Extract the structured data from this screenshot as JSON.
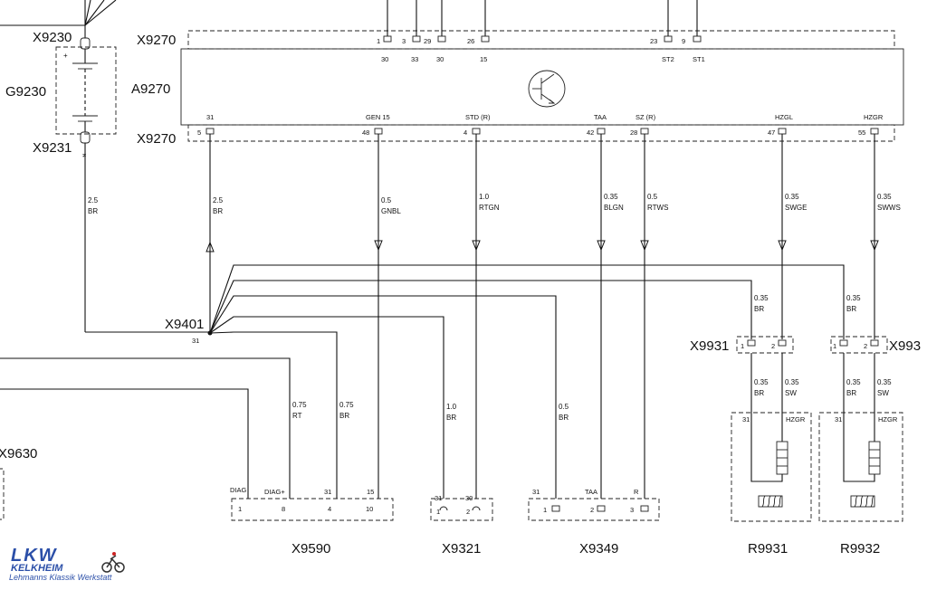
{
  "components": {
    "x9230": "X9230",
    "g9230": "G9230",
    "x9231": "X9231",
    "x9270_top": "X9270",
    "a9270": "A9270",
    "x9270_bottom": "X9270",
    "x9401": "X9401",
    "x9630": "X9630",
    "x9931": "X9931",
    "x9932_partial": "X993",
    "x9590": "X9590",
    "x9321": "X9321",
    "x9349": "X9349",
    "r9931": "R9931",
    "r9932": "R9932"
  },
  "top_pins": [
    {
      "pin": "1",
      "term": "30"
    },
    {
      "pin": "3",
      "term": "33"
    },
    {
      "pin": "29",
      "term": "30"
    },
    {
      "pin": "26",
      "term": "15"
    },
    {
      "pin": "23",
      "term": "ST2"
    },
    {
      "pin": "9",
      "term": "ST1"
    }
  ],
  "bottom_pins": [
    {
      "pin": "5",
      "name": "31",
      "size": "2.5",
      "color": "BR"
    },
    {
      "pin": "48",
      "name": "GEN 15",
      "size": "0.5",
      "color": "GNBL"
    },
    {
      "pin": "4",
      "name": "STD (R)",
      "size": "1.0",
      "color": "RTGN"
    },
    {
      "pin": "42",
      "name": "TAA",
      "size": "0.35",
      "color": "BLGN"
    },
    {
      "pin": "28",
      "name": "SZ (R)",
      "size": "0.5",
      "color": "RTWS"
    },
    {
      "pin": "47",
      "name": "HZGL",
      "size": "0.35",
      "color": "SWGE"
    },
    {
      "pin": "55",
      "name": "HZGR",
      "size": "0.35",
      "color": "SWWS"
    }
  ],
  "battery_wire": {
    "size": "2.5",
    "color": "BR"
  },
  "x9401_pin": "31",
  "branch_wires": [
    {
      "size": "0.75",
      "color": "RT"
    },
    {
      "size": "0.75",
      "color": "BR"
    },
    {
      "size": "1.0",
      "color": "BR"
    },
    {
      "size": "0.5",
      "color": "BR"
    },
    {
      "size": "0.35",
      "color": "BR"
    },
    {
      "size": "0.35",
      "color": "BR"
    }
  ],
  "x9931_pins": [
    "1",
    "2"
  ],
  "x9932_pins": [
    "1",
    "2"
  ],
  "heater_wires": [
    {
      "size": "0.35",
      "color": "BR"
    },
    {
      "size": "0.35",
      "color": "SW"
    },
    {
      "size": "0.35",
      "color": "BR"
    },
    {
      "size": "0.35",
      "color": "SW"
    }
  ],
  "r9931_labels": {
    "left": "31",
    "right": "HZGR"
  },
  "r9932_labels": {
    "left": "31",
    "right": "HZGR"
  },
  "x9590_pins": [
    {
      "name": "DIAG",
      "pin": "1"
    },
    {
      "name": "DIAG+",
      "pin": "8"
    },
    {
      "name": "31",
      "pin": "4"
    },
    {
      "name": "15",
      "pin": "10"
    }
  ],
  "x9321_pins": [
    {
      "name": "31",
      "pin": "1"
    },
    {
      "name": "30",
      "pin": "2"
    }
  ],
  "x9349_pins": [
    {
      "name": "31",
      "pin": "1"
    },
    {
      "name": "TAA",
      "pin": "2"
    },
    {
      "name": "R",
      "pin": "3"
    }
  ],
  "logo": {
    "line1": "LKW",
    "line2": "KELKHEIM",
    "line3": "Lehmanns Klassik Werkstatt",
    "color": "#2b4fa8"
  }
}
